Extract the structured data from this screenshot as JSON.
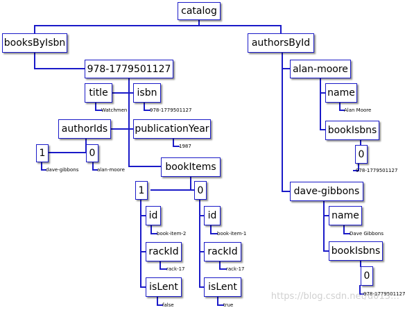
{
  "colors": {
    "line": "#1a1ac8",
    "box_border": "#1a1ac8",
    "text": "#000000"
  },
  "nodes": {
    "catalog": "catalog",
    "books_by_isbn": "booksByIsbn",
    "authors_by_id": "authorsById",
    "isbn_key": "978-1779501127",
    "title": "title",
    "isbn": "isbn",
    "author_ids": "authorIds",
    "publication_year": "publicationYear",
    "author_ids_1": "1",
    "author_ids_0": "0",
    "book_items": "bookItems",
    "item_1": "1",
    "item_0": "0",
    "item_1_id": "id",
    "item_1_rack_id": "rackId",
    "item_1_is_lent": "isLent",
    "item_0_id": "id",
    "item_0_rack_id": "rackId",
    "item_0_is_lent": "isLent",
    "alan_moore": "alan-moore",
    "alan_name": "name",
    "alan_book_isbns": "bookIsbns",
    "alan_book_isbns_0": "0",
    "dave_gibbons": "dave-gibbons",
    "dave_name": "name",
    "dave_book_isbns": "bookIsbns",
    "dave_book_isbns_0": "0"
  },
  "values": {
    "title_value": "Watchmen",
    "isbn_value": "978-1779501127",
    "publication_year_value": "1987",
    "author_ids_1_value": "dave-gibbons",
    "author_ids_0_value": "alan-moore",
    "item_1_id_value": "book-item-2",
    "item_1_rack_id_value": "rack-17",
    "item_1_is_lent_value": "false",
    "item_0_id_value": "book-item-1",
    "item_0_rack_id_value": "rack-17",
    "item_0_is_lent_value": "true",
    "alan_name_value": "Alan Moore",
    "alan_book_isbns_0_value": "978-1779501127",
    "dave_name_value": "Dave Gibbons",
    "dave_book_isbns_0_value": "978-1779501127"
  },
  "watermark": "https://blog.csdn.net/u013…"
}
